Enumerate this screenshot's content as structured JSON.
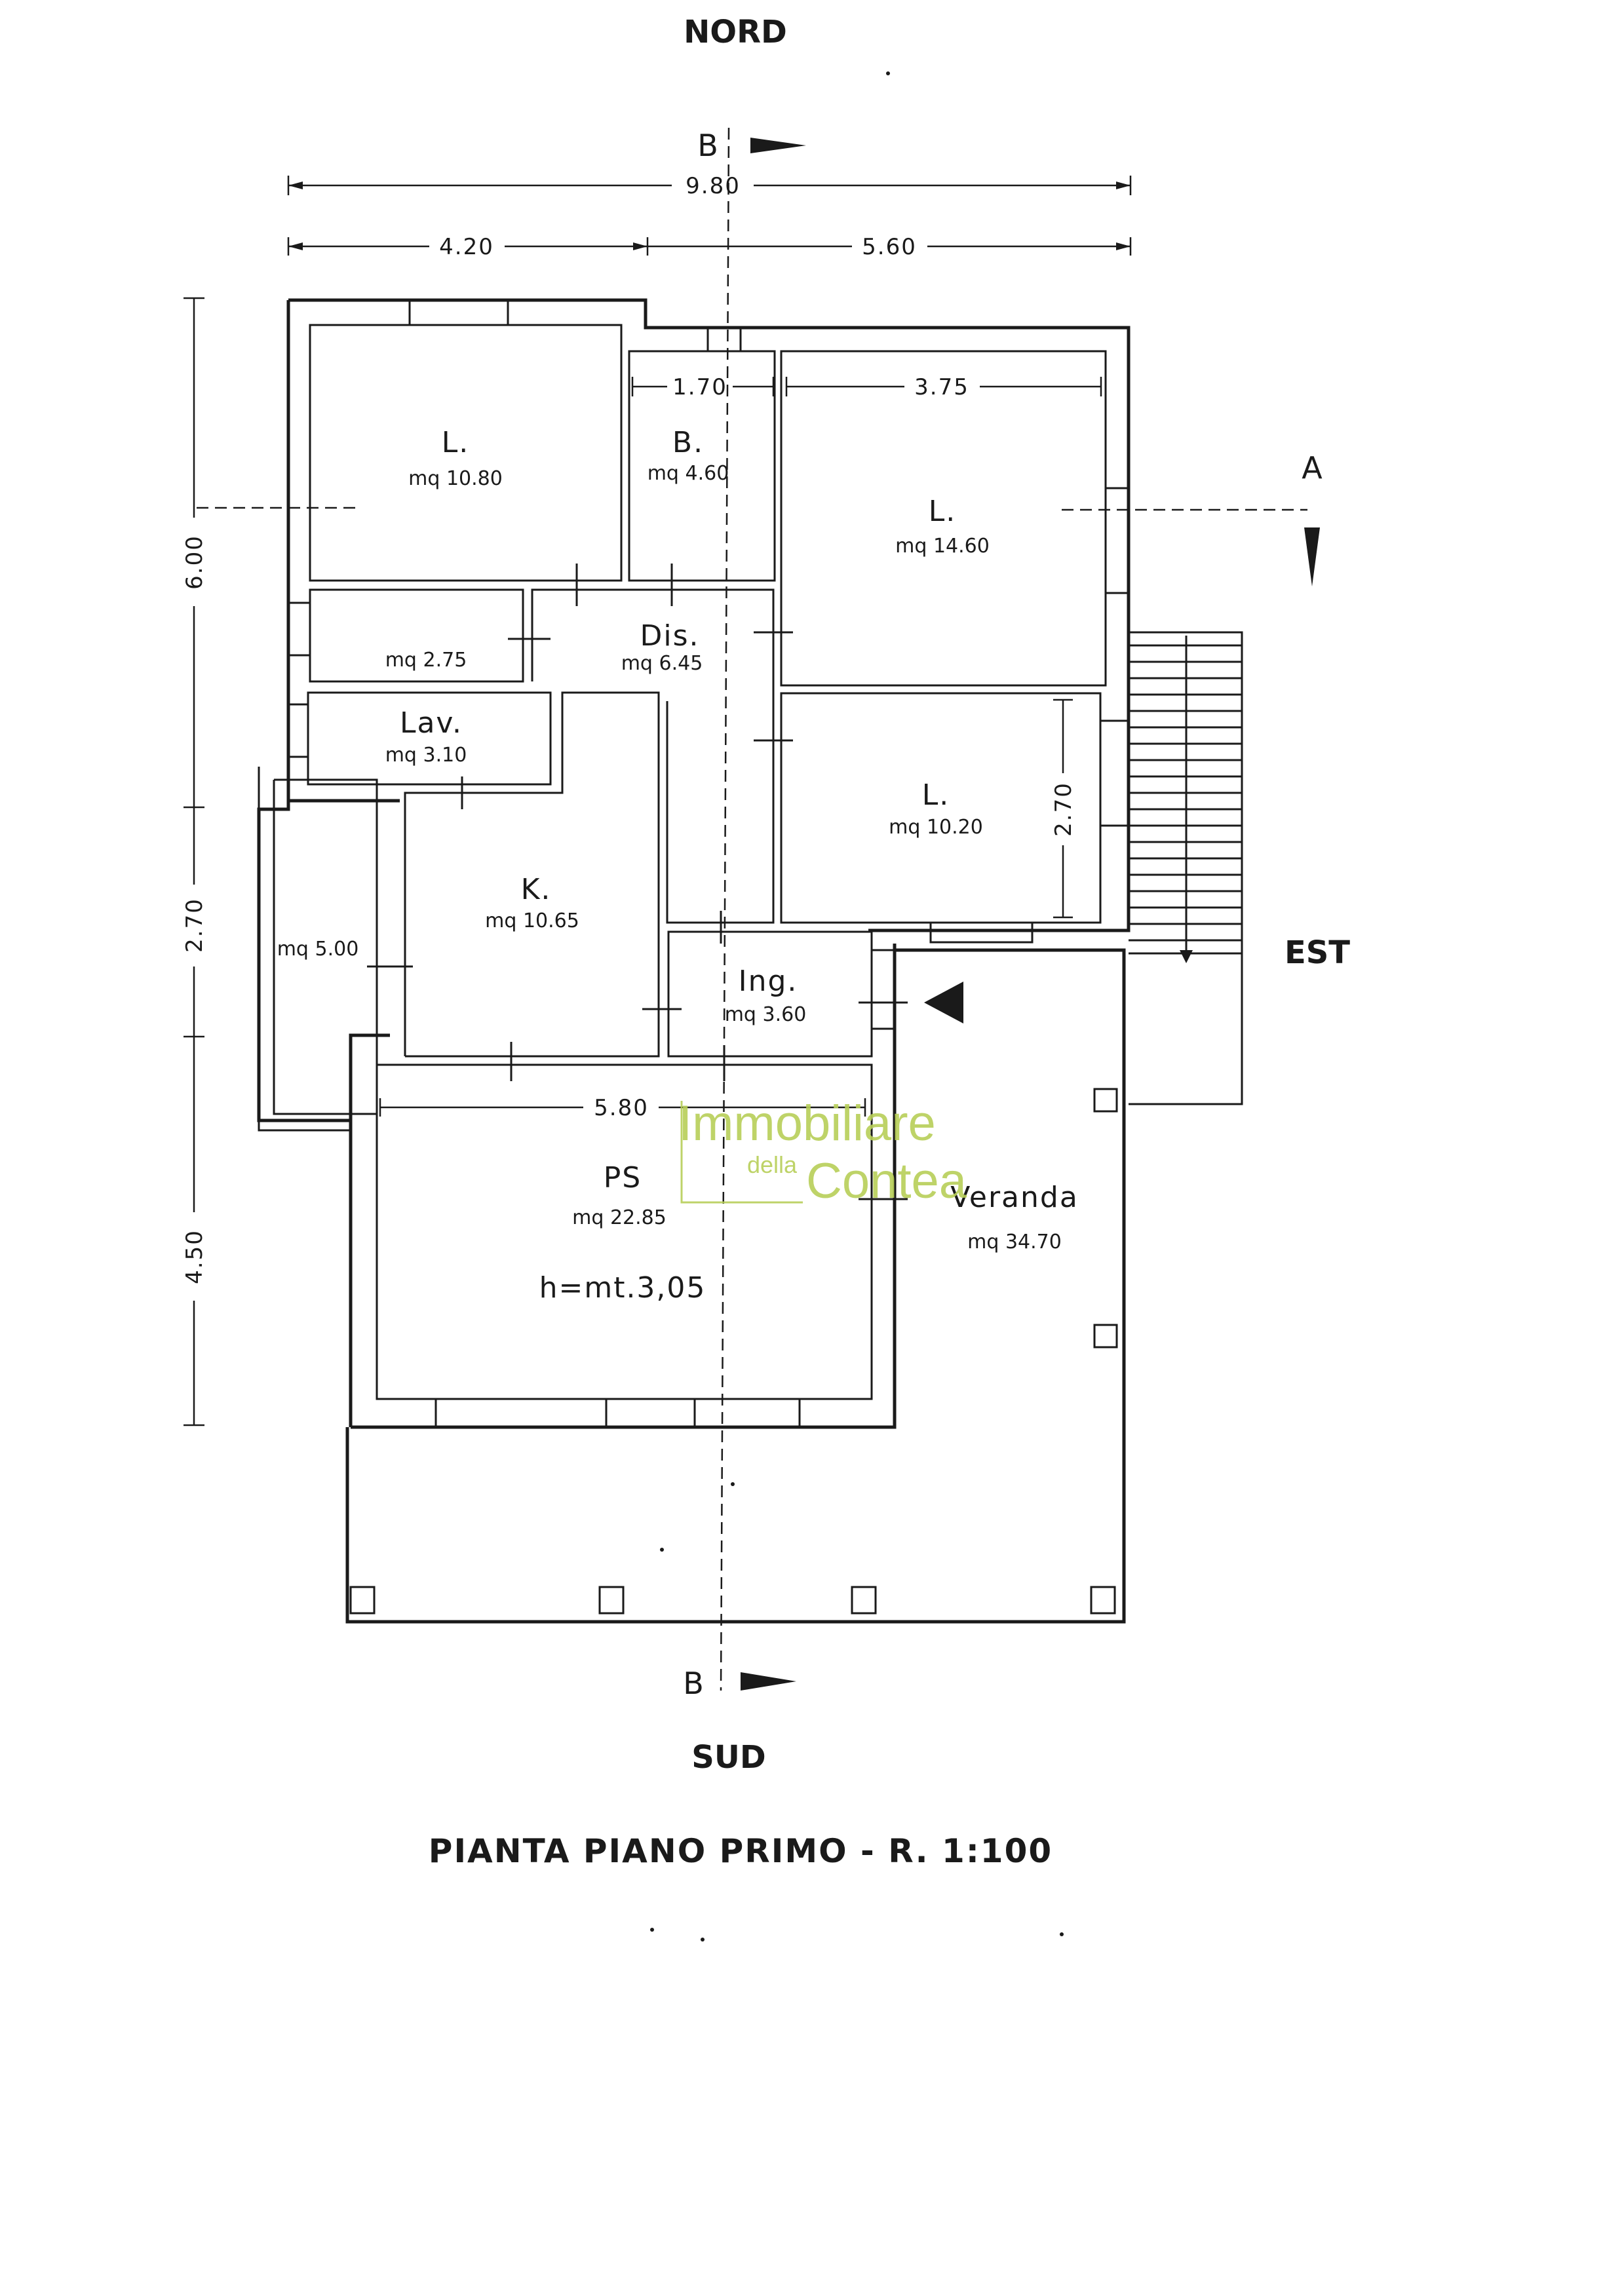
{
  "plan": {
    "compass": {
      "north": "NORD",
      "south": "SUD",
      "east": "EST"
    },
    "section_marks": {
      "b_top": "B",
      "b_bottom": "B",
      "a": "A"
    },
    "dimensions": {
      "overall_width": "9.80",
      "west_part": "4.20",
      "east_part": "5.60",
      "bath_width": "1.70",
      "bedroom_width": "3.75",
      "bedroom_2_depth": "2.70",
      "left_upper": "6.00",
      "left_middle": "2.70",
      "left_lower": "4.50",
      "living_width": "5.80"
    },
    "rooms": {
      "bedroom_nw": {
        "label": "L.",
        "area": "mq 10.80"
      },
      "bathroom": {
        "label": "B.",
        "area": "mq 4.60"
      },
      "bedroom_ne": {
        "label": "L.",
        "area": "mq 14.60"
      },
      "closet": {
        "label": "",
        "area": "mq 2.75"
      },
      "hallway": {
        "label": "Dis.",
        "area": "mq 6.45"
      },
      "laundry": {
        "label": "Lav.",
        "area": "mq 3.10"
      },
      "bedroom_e": {
        "label": "L.",
        "area": "mq 10.20"
      },
      "kitchen": {
        "label": "K.",
        "area": "mq 10.65"
      },
      "side_porch": {
        "label": "",
        "area": "mq 5.00"
      },
      "entrance": {
        "label": "Ing.",
        "area": "mq 3.60"
      },
      "living": {
        "label": "PS",
        "area": "mq 22.85",
        "height": "h=mt.3,05"
      },
      "veranda": {
        "label": "Veranda",
        "area": "mq 34.70"
      }
    },
    "title": "PIANTA PIANO PRIMO - R. 1:100",
    "watermark": {
      "line1": "Immobiliare",
      "line2": "della",
      "line3": "Contea",
      "color": "#b8cf58"
    }
  }
}
